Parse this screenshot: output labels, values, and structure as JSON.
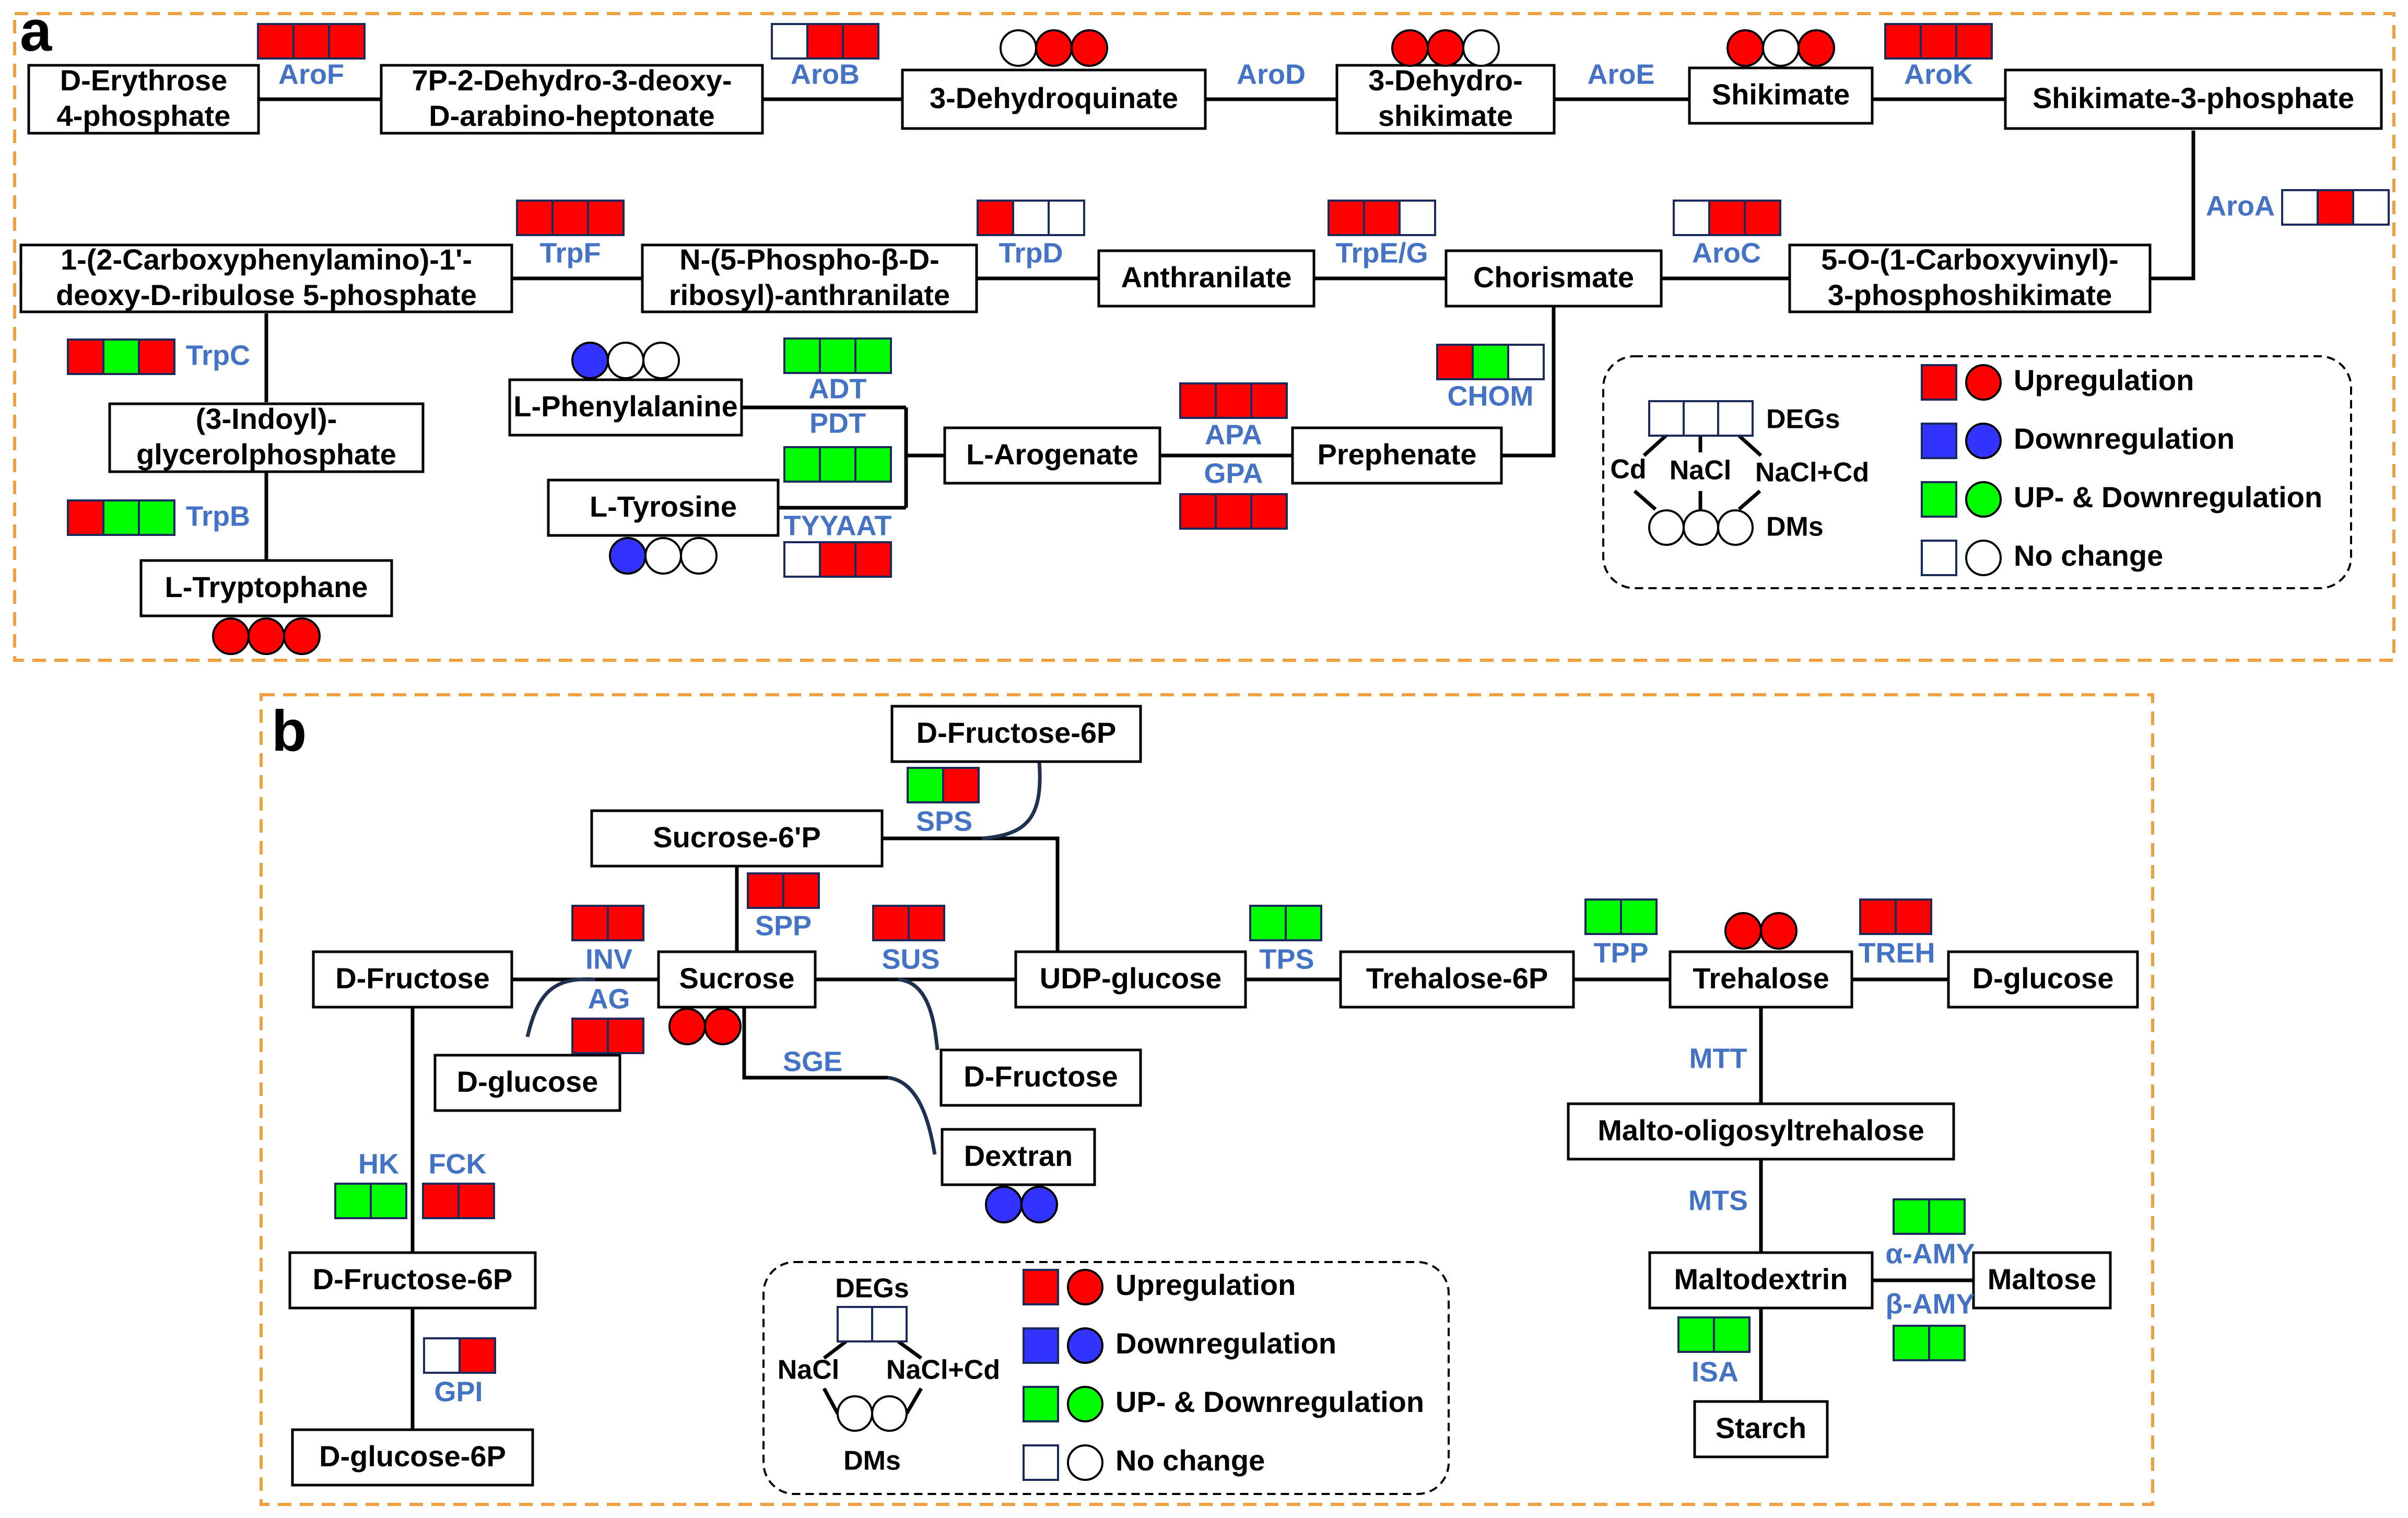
{
  "colors": {
    "up": "#ff0000",
    "down": "#3333ff",
    "updown": "#00ff00",
    "none": "#ffffff",
    "enzyme": "#4472c4",
    "frame": "#f0a040"
  },
  "panel_a": {
    "label": "a",
    "nodes": {
      "e4p": [
        "D-Erythrose",
        "4-phosphate"
      ],
      "dahp": [
        "7P-2-Dehydro-3-deoxy-",
        "D-arabino-heptonate"
      ],
      "dhq": [
        "3-Dehydroquinate"
      ],
      "dhs": [
        "3-Dehydro-",
        "shikimate"
      ],
      "shik": [
        "Shikimate"
      ],
      "s3p": [
        "Shikimate-3-phosphate"
      ],
      "cdrp": [
        "1-(2-Carboxyphenylamino)-1'-",
        "deoxy-D-ribulose 5-phosphate"
      ],
      "pra": [
        "N-(5-Phospho-β-D-",
        "ribosyl)-anthranilate"
      ],
      "anth": [
        "Anthranilate"
      ],
      "chor": [
        "Chorismate"
      ],
      "epsp": [
        "5-O-(1-Carboxyvinyl)-",
        "3-phosphoshikimate"
      ],
      "igp": [
        "(3-Indoyl)-",
        "glycerolphosphate"
      ],
      "phe": [
        "L-Phenylalanine"
      ],
      "tyr": [
        "L-Tyrosine"
      ],
      "arog": [
        "L-Arogenate"
      ],
      "preph": [
        "Prephenate"
      ],
      "trp": [
        "L-Tryptophane"
      ]
    },
    "enzymes": {
      "AroF": "AroF",
      "AroB": "AroB",
      "AroD": "AroD",
      "AroE": "AroE",
      "AroK": "AroK",
      "AroA": "AroA",
      "AroC": "AroC",
      "TrpEG": "TrpE/G",
      "TrpD": "TrpD",
      "TrpF": "TrpF",
      "TrpC": "TrpC",
      "TrpB": "TrpB",
      "CHOM": "CHOM",
      "APA": "APA",
      "GPA": "GPA",
      "ADT": "ADT",
      "PDT": "PDT",
      "TYYAAT": "TYYAAT"
    },
    "gene_states": {
      "AroF": [
        "up",
        "up",
        "up"
      ],
      "AroB": [
        "none",
        "up",
        "up"
      ],
      "AroK": [
        "up",
        "up",
        "up"
      ],
      "AroA": [
        "none",
        "up",
        "none"
      ],
      "AroC": [
        "none",
        "up",
        "up"
      ],
      "TrpEG": [
        "up",
        "up",
        "none"
      ],
      "TrpD": [
        "up",
        "none",
        "none"
      ],
      "TrpF": [
        "up",
        "up",
        "up"
      ],
      "TrpC": [
        "up",
        "updown",
        "up"
      ],
      "TrpB": [
        "up",
        "updown",
        "updown"
      ],
      "CHOM": [
        "up",
        "updown",
        "none"
      ],
      "APA": [
        "up",
        "up",
        "up"
      ],
      "GPA": [
        "up",
        "up",
        "up"
      ],
      "ADT": [
        "updown",
        "updown",
        "updown"
      ],
      "PDT": [
        "updown",
        "updown",
        "updown"
      ],
      "TYYAAT": [
        "none",
        "up",
        "up"
      ]
    },
    "metabolite_states": {
      "dhq": [
        "none",
        "up",
        "up"
      ],
      "dhs": [
        "up",
        "up",
        "none"
      ],
      "shik": [
        "up",
        "none",
        "up"
      ],
      "phe": [
        "down",
        "none",
        "none"
      ],
      "tyr": [
        "down",
        "none",
        "none"
      ],
      "trp": [
        "up",
        "up",
        "up"
      ]
    },
    "legend": {
      "degs": "DEGs",
      "dms": "DMs",
      "cd": "Cd",
      "nacl": "NaCl",
      "naclcd": "NaCl+Cd",
      "up": "Upregulation",
      "down": "Downregulation",
      "updown": "UP- & Downregulation",
      "none": "No change"
    }
  },
  "panel_b": {
    "label": "b",
    "nodes": {
      "f6p_top": [
        "D-Fructose-6P"
      ],
      "suc6p": [
        "Sucrose-6'P"
      ],
      "fru": [
        "D-Fructose"
      ],
      "sucrose": [
        "Sucrose"
      ],
      "udpg": [
        "UDP-glucose"
      ],
      "tre6p": [
        "Trehalose-6P"
      ],
      "trehalose": [
        "Trehalose"
      ],
      "dglc_r": [
        "D-glucose"
      ],
      "dglc": [
        "D-glucose"
      ],
      "fru2": [
        "D-Fructose"
      ],
      "dextran": [
        "Dextran"
      ],
      "mot": [
        "Malto-oligosyltrehalose"
      ],
      "f6p": [
        "D-Fructose-6P"
      ],
      "maltodextrin": [
        "Maltodextrin"
      ],
      "maltose": [
        "Maltose"
      ],
      "g6p": [
        "D-glucose-6P"
      ],
      "starch": [
        "Starch"
      ]
    },
    "enzymes": {
      "SPS": "SPS",
      "SPP": "SPP",
      "INV": "INV",
      "AG": "AG",
      "SUS": "SUS",
      "SGE": "SGE",
      "TPS": "TPS",
      "TPP": "TPP",
      "TREH": "TREH",
      "MTT": "MTT",
      "MTS": "MTS",
      "HK": "HK",
      "FCK": "FCK",
      "GPI": "GPI",
      "aAMY": "α-AMY",
      "bAMY": "β-AMY",
      "ISA": "ISA"
    },
    "gene_states": {
      "SPS": [
        "updown",
        "up"
      ],
      "SPP": [
        "up",
        "up"
      ],
      "INV": [
        "up",
        "up"
      ],
      "AG": [
        "up",
        "up"
      ],
      "SUS": [
        "up",
        "up"
      ],
      "TPS": [
        "updown",
        "updown"
      ],
      "TPP": [
        "updown",
        "updown"
      ],
      "TREH": [
        "up",
        "up"
      ],
      "HK": [
        "updown",
        "updown"
      ],
      "FCK": [
        "up",
        "up"
      ],
      "GPI": [
        "none",
        "up"
      ],
      "aAMY": [
        "updown",
        "updown"
      ],
      "bAMY": [
        "updown",
        "updown"
      ],
      "ISA": [
        "updown",
        "updown"
      ]
    },
    "metabolite_states": {
      "sucrose": [
        "up",
        "up"
      ],
      "trehalose": [
        "up",
        "up"
      ],
      "dextran": [
        "down",
        "down"
      ]
    },
    "legend": {
      "degs": "DEGs",
      "dms": "DMs",
      "nacl": "NaCl",
      "naclcd": "NaCl+Cd",
      "up": "Upregulation",
      "down": "Downregulation",
      "updown": "UP- & Downregulation",
      "none": "No change"
    }
  }
}
